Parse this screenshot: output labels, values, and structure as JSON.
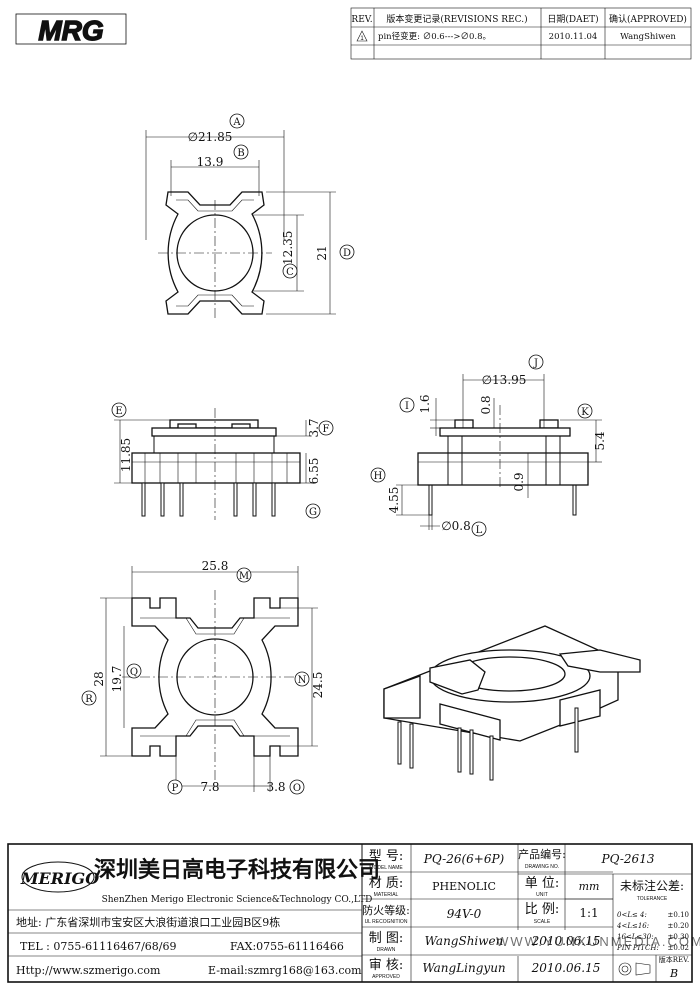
{
  "logo_top": "MRG",
  "revision": {
    "headers": [
      "REV.",
      "版本变更记录(REVISIONS REC.)",
      "日期(DAET)",
      "确认(APPROVED)"
    ],
    "row": {
      "rev": "1",
      "desc": "pin径变更: ∅0.6--->∅0.8。",
      "date": "2010.11.04",
      "approved": "WangShiwen"
    }
  },
  "dims": {
    "A": "∅21.85",
    "B": "13.9",
    "C": "∅12.35",
    "D": "21",
    "E": "11.85",
    "F": "3.7",
    "G": "6.55",
    "I": "1.6",
    "J": "∅13.95",
    "K": "5.4",
    "H": "4.55",
    "L": "∅0.8",
    "h08": "0.8",
    "h09": "0.9",
    "M": "25.8",
    "N": "24.5",
    "Q": "19.7",
    "R": "28",
    "P": "7.8",
    "O": "3.8"
  },
  "bubbles": [
    "A",
    "B",
    "C",
    "D",
    "E",
    "F",
    "G",
    "H",
    "I",
    "J",
    "K",
    "L",
    "M",
    "N",
    "O",
    "P",
    "Q",
    "R"
  ],
  "company": {
    "logo": "MERIGO",
    "name_cn": "深圳美日高电子科技有限公司",
    "name_en": "ShenZhen Merigo Electronic Science&Technology CO.,LTD",
    "address": "地址: 广东省深圳市宝安区大浪街道浪口工业园B区9栋",
    "tel": "TEL : 0755-61116467/68/69",
    "fax": "FAX:0755-61116466",
    "http": "Http://www.szmerigo.com",
    "email": "E-mail:szmrg168@163.com"
  },
  "title_block": {
    "model_label": "型 号:",
    "model_sub": "MODEL NAME",
    "model": "PQ-26(6+6P)",
    "material_label": "材 质:",
    "material_sub": "MATERIAL",
    "material": "PHENOLIC",
    "fire_label": "防火等级:",
    "fire_sub": "UL RECOGNITION",
    "fire": "94V-0",
    "drawn_label": "制 图:",
    "drawn_sub": "DRAWN",
    "drawn": "WangShiwen",
    "drawn_date": "2010.06.15",
    "approved_label": "审 核:",
    "approved_sub": "APPROVED",
    "approved": "WangLingyun",
    "approved_date": "2010.06.15",
    "drawing_no_label": "产品编号:",
    "drawing_no_sub": "DRAWING NO.",
    "drawing_no": "PQ-2613",
    "unit_label": "单 位:",
    "unit_sub": "UNIT",
    "unit": "mm",
    "scale_label": "比 例:",
    "scale_sub": "SCALE",
    "scale": "1:1",
    "tol_label": "未标注公差:",
    "tol_sub": "TOLERANCE",
    "tol_rows": [
      {
        "range": "0<L≤ 4:",
        "val": "±0.10"
      },
      {
        "range": "4<L≤16:",
        "val": "±0.20"
      },
      {
        "range": "16<L≤30:",
        "val": "±0.30"
      },
      {
        "range": "PIN PITCH:",
        "val": "±0.02"
      }
    ],
    "rev_label": "版本REV.",
    "rev": "B"
  },
  "watermark": "WWW.YUNXUNMEDIA.COM"
}
